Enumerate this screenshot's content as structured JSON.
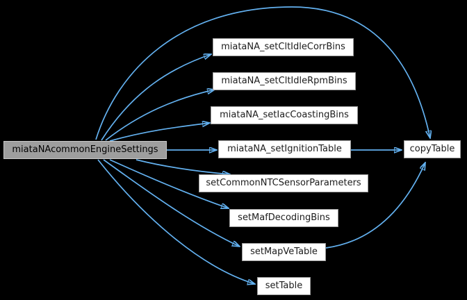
{
  "graph": {
    "type": "call-graph",
    "background_color": "#000000",
    "edge_color": "#63b1f0",
    "node_fill": "#ffffff",
    "node_border_color": "#9b9b9b",
    "highlight_node_fill": "#9e9e9e",
    "nodes": [
      {
        "id": "root",
        "label": "miataNAcommonEngineSettings",
        "highlighted": true
      },
      {
        "id": "n1",
        "label": "miataNA_setCltIdleCorrBins"
      },
      {
        "id": "n2",
        "label": "miataNA_setCltIdleRpmBins"
      },
      {
        "id": "n3",
        "label": "miataNA_setIacCoastingBins"
      },
      {
        "id": "n4",
        "label": "miataNA_setIgnitionTable"
      },
      {
        "id": "n5",
        "label": "setCommonNTCSensorParameters"
      },
      {
        "id": "n6",
        "label": "setMafDecodingBins"
      },
      {
        "id": "n7",
        "label": "setMapVeTable"
      },
      {
        "id": "n8",
        "label": "setTable"
      },
      {
        "id": "n9",
        "label": "copyTable"
      }
    ],
    "edges": [
      {
        "from": "miataNAcommonEngineSettings",
        "to": "miataNA_setCltIdleCorrBins"
      },
      {
        "from": "miataNAcommonEngineSettings",
        "to": "miataNA_setCltIdleRpmBins"
      },
      {
        "from": "miataNAcommonEngineSettings",
        "to": "miataNA_setIacCoastingBins"
      },
      {
        "from": "miataNAcommonEngineSettings",
        "to": "miataNA_setIgnitionTable"
      },
      {
        "from": "miataNAcommonEngineSettings",
        "to": "setCommonNTCSensorParameters"
      },
      {
        "from": "miataNAcommonEngineSettings",
        "to": "setMafDecodingBins"
      },
      {
        "from": "miataNAcommonEngineSettings",
        "to": "setMapVeTable"
      },
      {
        "from": "miataNAcommonEngineSettings",
        "to": "setTable"
      },
      {
        "from": "miataNAcommonEngineSettings",
        "to": "copyTable"
      },
      {
        "from": "miataNA_setIgnitionTable",
        "to": "copyTable"
      },
      {
        "from": "setMapVeTable",
        "to": "copyTable"
      }
    ]
  }
}
